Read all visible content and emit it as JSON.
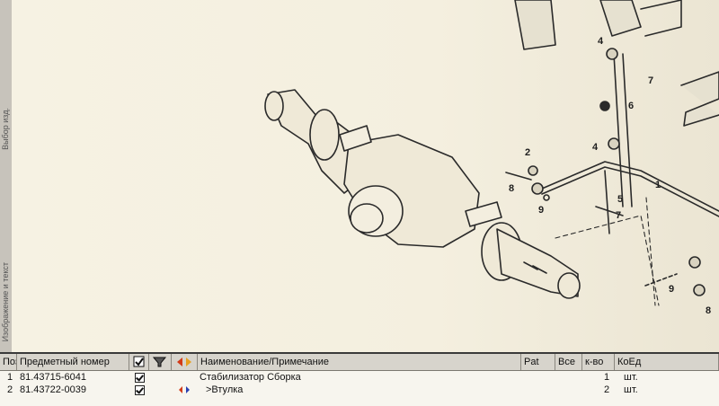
{
  "left_strip": {
    "tab_top": "Выбор изд.",
    "tab_bottom": "Изображение и текст"
  },
  "callouts": [
    "4",
    "7",
    "6",
    "4",
    "2",
    "8",
    "9",
    "1",
    "5",
    "7",
    "9",
    "8"
  ],
  "table": {
    "headers": {
      "pos": "Поз.",
      "part_number": "Предметный номер",
      "name": "Наименование/Примечание",
      "pat": "Pat",
      "all": "Все",
      "qty": "к-во",
      "unit": "КоЕд"
    },
    "header_icons": [
      "checklist-icon",
      "filter-icon",
      "navigation-arrows-icon"
    ],
    "rows": [
      {
        "pos": "1",
        "part_number": "81.43715-6041",
        "name": "Стабилизатор Сборка",
        "qty": "1",
        "unit": "шт."
      },
      {
        "pos": "2",
        "part_number": "81.43722-0039",
        "name": ">Втулка",
        "qty": "2",
        "unit": "шт."
      }
    ]
  }
}
